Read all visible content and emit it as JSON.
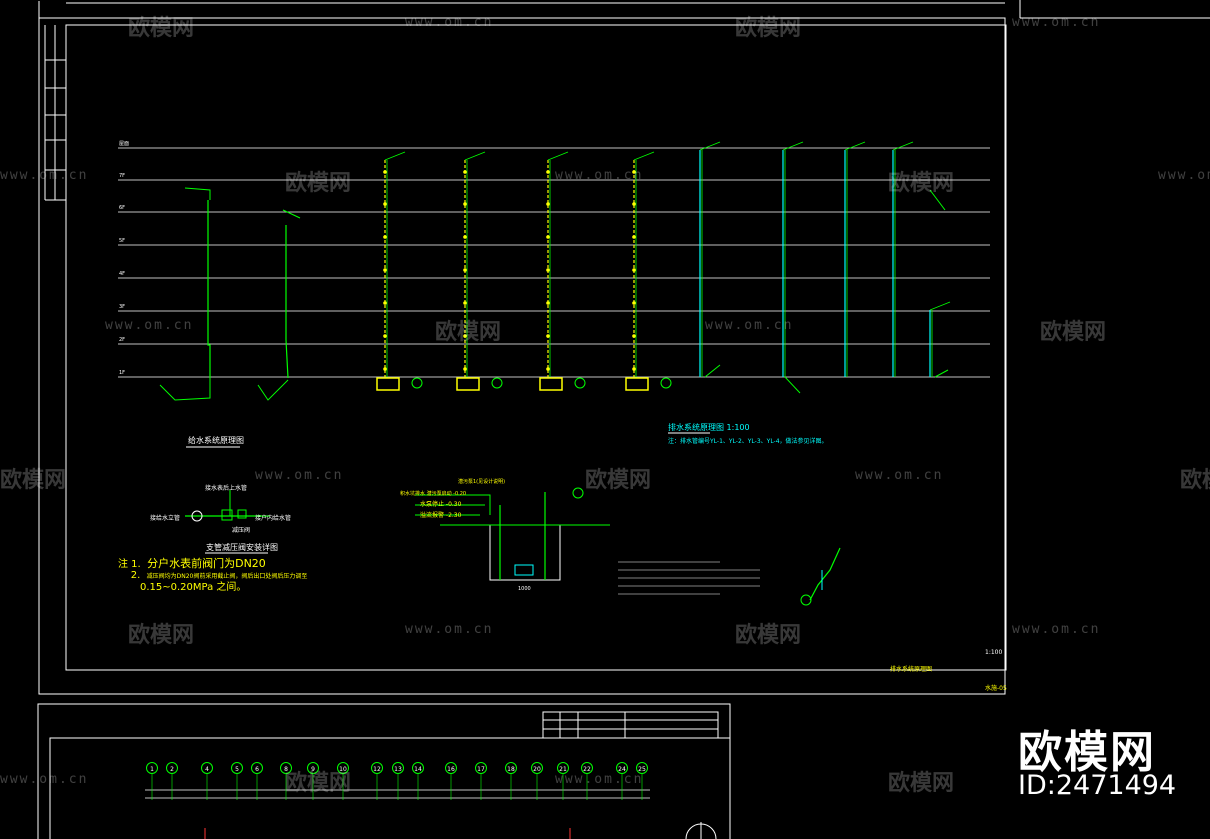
{
  "watermark": {
    "site_name": "欧模网",
    "site_url": "www.om.cn"
  },
  "brand": {
    "name": "欧模网",
    "id_label": "ID:2471494"
  },
  "drawing": {
    "title_water_supply": "给水系统原理图",
    "title_drainage": "排水系统原理图 1:100",
    "drainage_note": "注：排水管编号YL-1、YL-2、YL-3、YL-4，做法参见详图。",
    "title_reducer": "支管减压阀安装详图",
    "scale_label": "1:100",
    "sheet_label": "排水系统原理图",
    "sheet_number": "水施-05",
    "reducer_labels": [
      "接水表后上水管",
      "接户内给水管",
      "接给水立管",
      "减压阀"
    ],
    "notes": {
      "head": "注 1.",
      "line1": "分户水表前阀门为DN20",
      "num2": "2.",
      "line2": "减压阀均为DN20阀前采用截止阀，阀后出口处阀后压力调至",
      "line3": "0.15~0.20MPa 之间。"
    },
    "floor_labels": [
      "屋面",
      "7F",
      "6F",
      "5F",
      "4F",
      "3F",
      "2F",
      "1F"
    ],
    "pit_labels": [
      "潜污泵1(见设计说明)",
      "积水坑排水 潜污泵启动 -0.20",
      "水泵停止 -0.30",
      "溢流报警 -2.30"
    ],
    "pit_width": "1000",
    "axis_numbers": [
      "1",
      "2",
      "4",
      "5",
      "6",
      "8",
      "9",
      "10",
      "12",
      "13",
      "14",
      "16",
      "17",
      "18",
      "20",
      "21",
      "22",
      "24",
      "25"
    ]
  },
  "colors": {
    "background": "#000000",
    "frame": "#ffffff",
    "pipe_green": "#00ff00",
    "pipe_cyan": "#00ffff",
    "pipe_yellow": "#ffff00",
    "pipe_red": "#ff3333"
  }
}
